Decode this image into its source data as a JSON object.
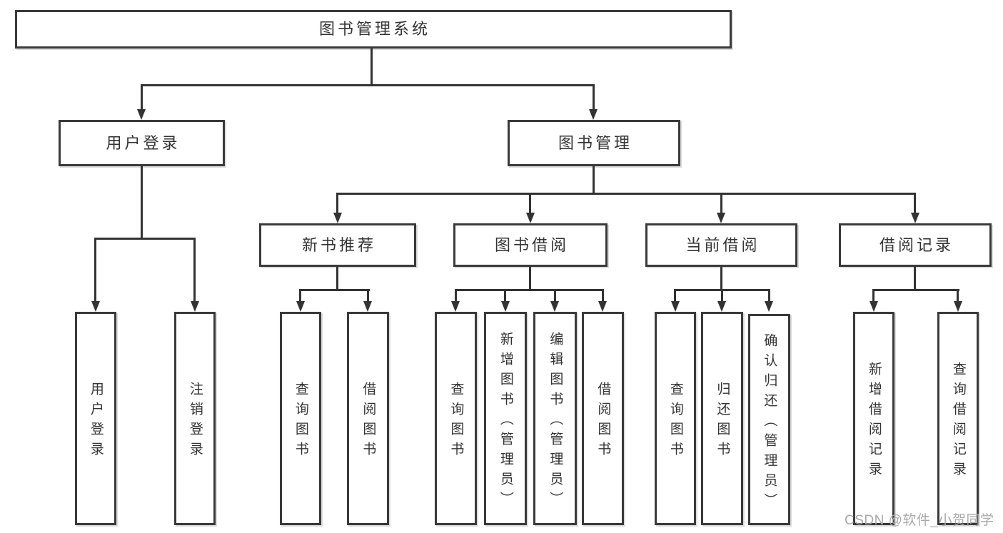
{
  "diagram_title": "图书管理系统",
  "tree": {
    "root": "图书管理系统",
    "level2": [
      "用户登录",
      "图书管理"
    ],
    "level3": [
      "新书推荐",
      "图书借阅",
      "当前借阅",
      "借阅记录"
    ],
    "leaves": [
      "用户登录",
      "注销登录",
      "查询图书",
      "借阅图书",
      "查询图书",
      "新增图书（管理员）",
      "编辑图书（管理员）",
      "借阅图书",
      "查询图书",
      "归还图书",
      "确认归还（管理员）",
      "新增借阅记录",
      "查询借阅记录"
    ]
  },
  "watermark": {
    "text": "CSDN @软件_小贺同学"
  },
  "colors": {
    "background": "#ffffff",
    "box_border": "#3a3a3a",
    "line": "#333333",
    "text": "#333333",
    "watermark": "#a9a9a9"
  }
}
